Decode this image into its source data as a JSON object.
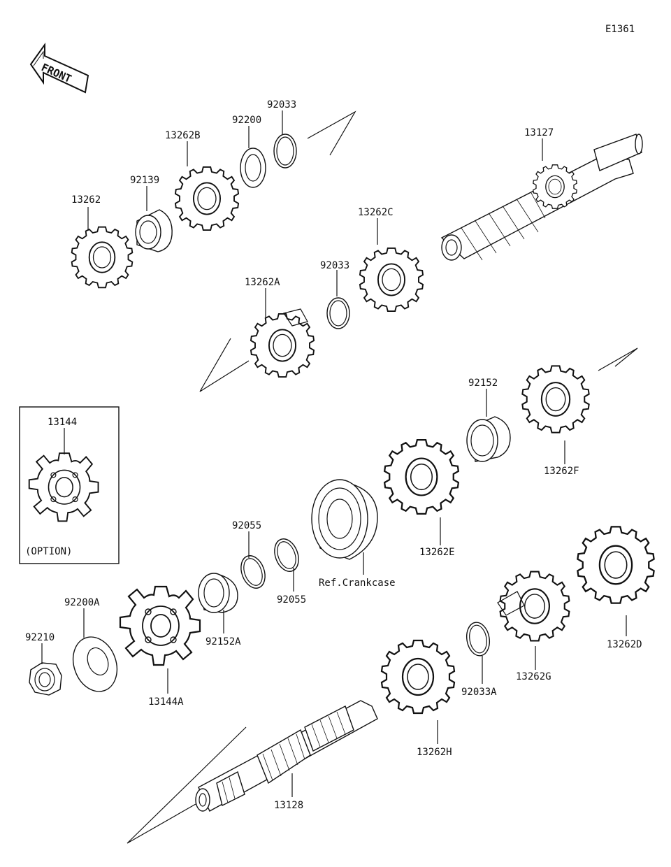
{
  "diagram_id": "E1361",
  "front_label": "FRONT",
  "option_box": {
    "part": "13144",
    "note": "(OPTION)"
  },
  "reference_note": "Ref.Crankcase",
  "parts": {
    "p13262": "13262",
    "p92139": "92139",
    "p13262B": "13262B",
    "p92200": "92200",
    "p92033_top": "92033",
    "p13127": "13127",
    "p13262C": "13262C",
    "p92033_mid": "92033",
    "p13262A": "13262A",
    "p92152": "92152",
    "p13262F": "13262F",
    "p13262E": "13262E",
    "p92055_top": "92055",
    "p92055_bot": "92055",
    "p92152A": "92152A",
    "p92200A": "92200A",
    "p92210": "92210",
    "p13144A": "13144A",
    "p13262D": "13262D",
    "p13262G": "13262G",
    "p92033A": "92033A",
    "p13262H": "13262H",
    "p13128": "13128"
  }
}
